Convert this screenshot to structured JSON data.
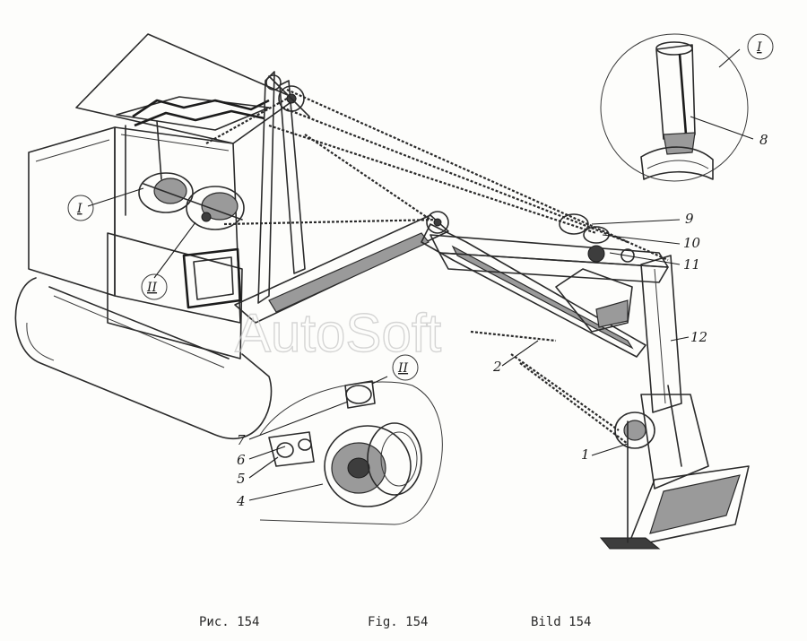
{
  "callouts": [
    {
      "id": "1",
      "label": "1"
    },
    {
      "id": "2",
      "label": "2"
    },
    {
      "id": "4",
      "label": "4"
    },
    {
      "id": "5",
      "label": "5"
    },
    {
      "id": "6",
      "label": "6"
    },
    {
      "id": "7",
      "label": "7"
    },
    {
      "id": "8",
      "label": "8"
    },
    {
      "id": "9",
      "label": "9"
    },
    {
      "id": "10",
      "label": "10"
    },
    {
      "id": "11",
      "label": "11"
    },
    {
      "id": "12",
      "label": "12"
    }
  ],
  "detail_markers": {
    "I": "I",
    "II": "II"
  },
  "watermark": "AutoSoft",
  "captions": {
    "ru": "Рис. 154",
    "en": "Fig. 154",
    "de": "Bild 154"
  }
}
